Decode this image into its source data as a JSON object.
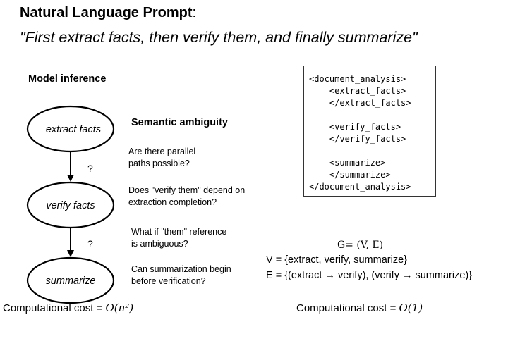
{
  "title": {
    "bold": "Natural Language Prompt",
    "suffix": ":"
  },
  "prompt": "\"First extract facts, then verify them, and finally summarize\"",
  "left": {
    "heading": "Model inference",
    "nodes": [
      "extract facts",
      "verify facts",
      "summarize"
    ],
    "edge_marks": [
      "?",
      "?"
    ]
  },
  "ambiguity": {
    "heading": "Semantic ambiguity",
    "questions": [
      "Are there parallel\npaths possible?",
      "Does \"verify them\" depend on\nextraction completion?",
      "What if \"them\" reference\nis ambiguous?",
      "Can summarization begin\nbefore verification?"
    ]
  },
  "code": {
    "lines": [
      "<document_analysis>",
      "    <extract_facts>",
      "    </extract_facts>",
      "",
      "    <verify_facts>",
      "    </verify_facts>",
      "",
      "    <summarize>",
      "    </summarize>",
      "</document_analysis>"
    ]
  },
  "graph": {
    "def": "G= (V, E)",
    "vertices": "V = {extract, verify, summarize}",
    "edges": "E = {(extract → verify), (verify → summarize)}"
  },
  "costs": {
    "left": {
      "label": "Computational cost = ",
      "value": "O(n²)"
    },
    "right": {
      "label": "Computational cost = ",
      "value": "O(1)"
    }
  }
}
